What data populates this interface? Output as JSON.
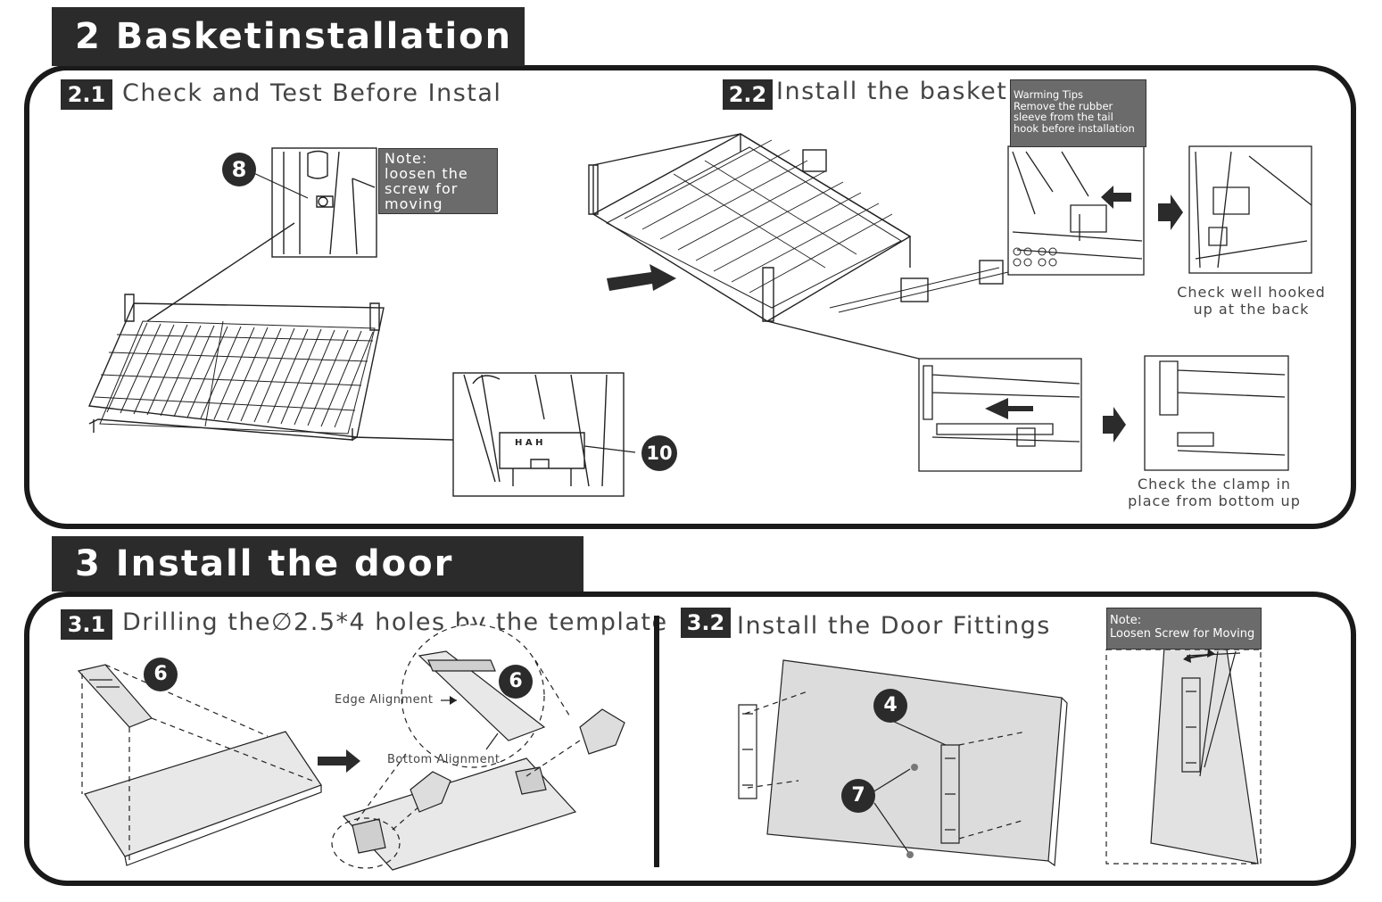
{
  "section2": {
    "title": "2  Basketinstallation",
    "step1": {
      "number": "2.1",
      "title": "Check and Test Before Instal",
      "note": [
        "Note:",
        "loosen the",
        "screw  for",
        "moving"
      ],
      "callout_a": "8",
      "callout_b": "10",
      "clip_text": "H  A  H"
    },
    "step2": {
      "number": "2.2",
      "title": "Install the basket",
      "tips": [
        "Warming Tips",
        "Remove the rubber",
        "sleeve from the tail",
        "hook before  installation"
      ],
      "caption_back": [
        "Check well hooked",
        "up at the back"
      ],
      "caption_clamp": [
        "Check the clamp in",
        "place from bottom up"
      ]
    }
  },
  "section3": {
    "title": "3   Install the door plank",
    "step1": {
      "number": "3.1",
      "title": "Drilling the∅2.5*4 holes by the template",
      "callout": "6",
      "callout_zoom": "6",
      "edge_label": "Edge Alignment",
      "bottom_label": "Bottom Alignment"
    },
    "step2": {
      "number": "3.2",
      "title": "Install the Door Fittings",
      "callout_a": "4",
      "callout_b": "7",
      "note": [
        "Note:",
        "Loosen Screw for Moving"
      ]
    }
  },
  "colors": {
    "dark": "#2b2b2b",
    "note_gray": "#6b6b6b",
    "panel_border": "#1a1a1a"
  }
}
